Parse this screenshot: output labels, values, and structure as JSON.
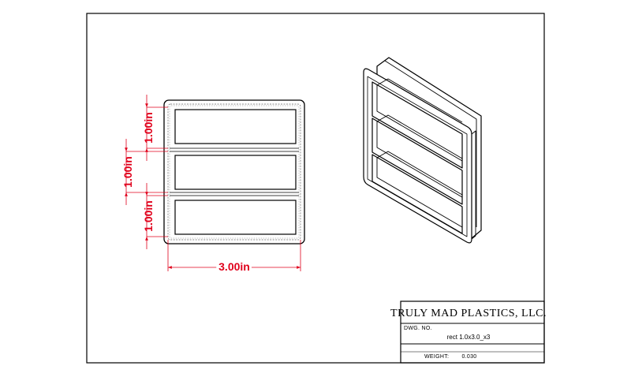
{
  "drawing": {
    "dimensions": {
      "slot_top_height": "1.00in",
      "slot_middle_height": "1.00in",
      "slot_bottom_height": "1.00in",
      "overall_width": "3.00in"
    },
    "dimension_color": "#e0001b"
  },
  "title_block": {
    "company": "TRULY MAD PLASTICS, LLC.",
    "dwg_no_label": "DWG. NO.",
    "dwg_no_value": "rect 1.0x3.0_x3",
    "weight_label": "WEIGHT:",
    "weight_value": "0.030"
  }
}
